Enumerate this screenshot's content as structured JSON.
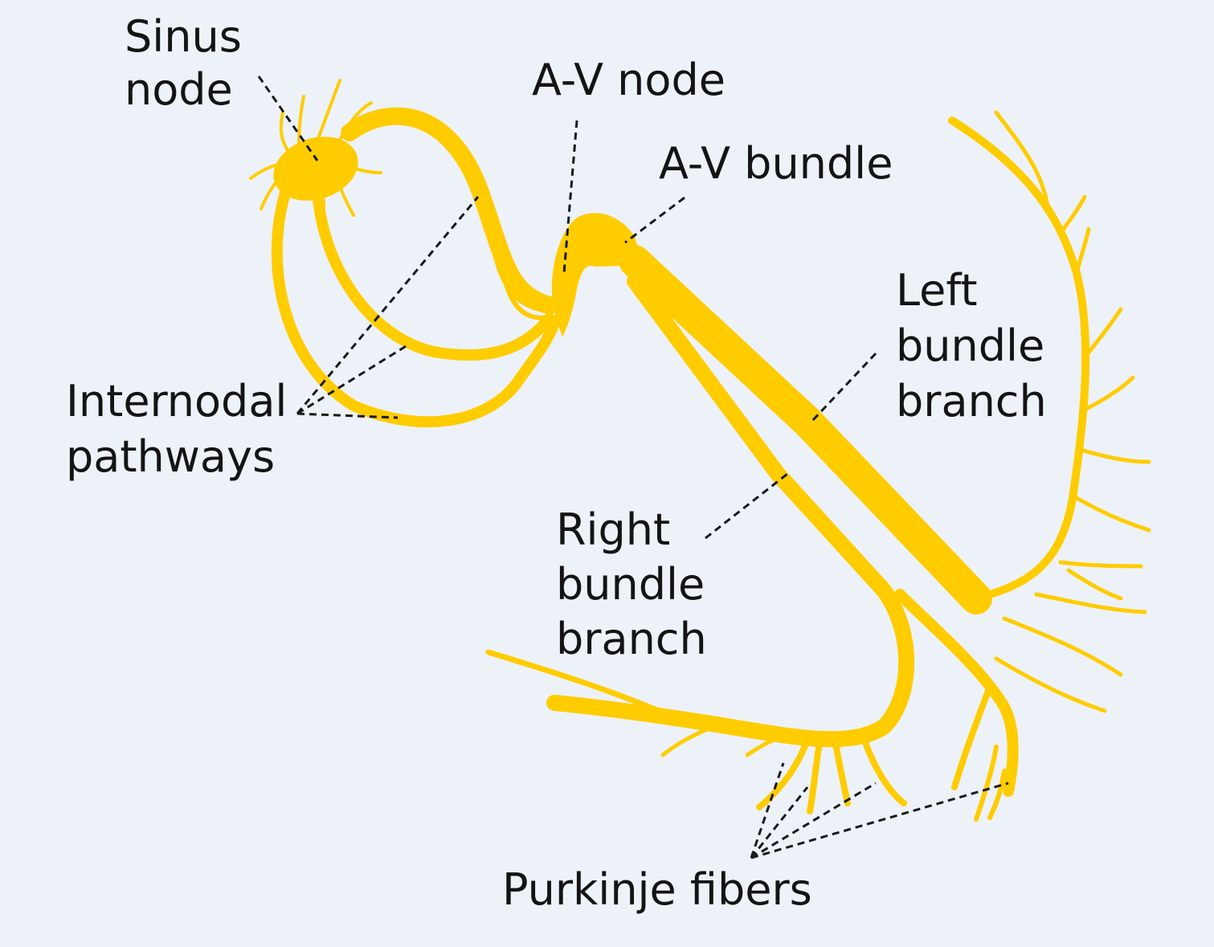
{
  "labels": {
    "sinus_node": [
      "Sinus",
      "node"
    ],
    "av_node": [
      "A-V node"
    ],
    "av_bundle": [
      "A-V bundle"
    ],
    "left_bundle_branch": [
      "Left",
      "bundle",
      "branch"
    ],
    "internodal_pathways": [
      "Internodal",
      "pathways"
    ],
    "right_bundle_branch": [
      "Right",
      "bundle",
      "branch"
    ],
    "purkinje_fibers": [
      "Purkinje fibers"
    ]
  },
  "colors": {
    "background": "#edf2f9",
    "conduction_system": "#ffcc00",
    "text": "#141414"
  }
}
